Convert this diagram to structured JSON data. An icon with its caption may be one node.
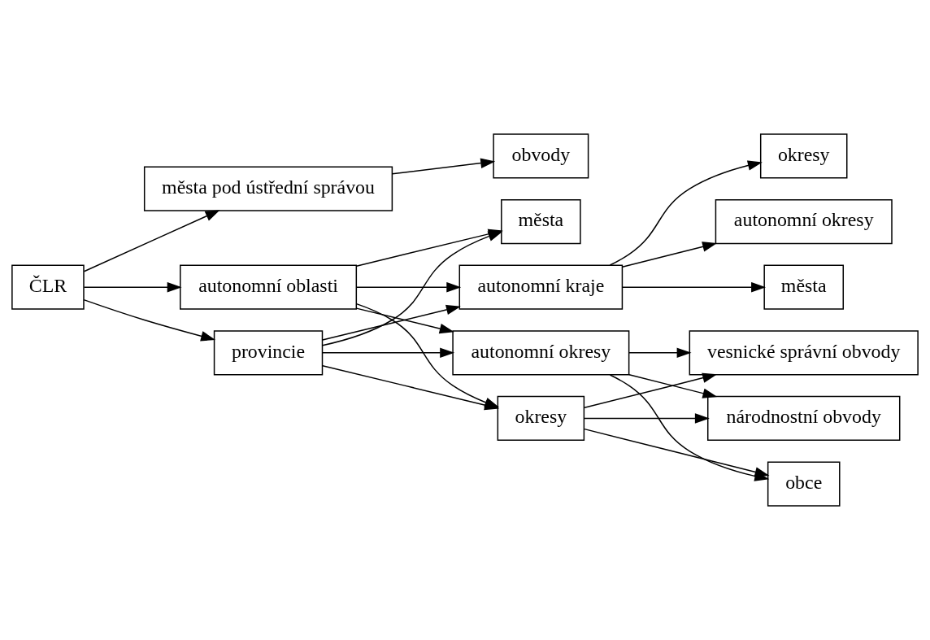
{
  "diagram": {
    "nodes": [
      {
        "text": [
          "ČLR"
        ]
      },
      {
        "text": [
          "města pod ústřední správou"
        ]
      },
      {
        "text": [
          "provincie"
        ]
      },
      {
        "text": [
          "autonomní oblasti"
        ]
      },
      {
        "text": [
          "obvody"
        ]
      },
      {
        "text": [
          "autonomní kraje"
        ]
      },
      {
        "text": [
          "okresy"
        ]
      },
      {
        "text": [
          "autonomní okresy"
        ]
      },
      {
        "text": [
          "města"
        ]
      },
      {
        "text": [
          "okresy"
        ]
      },
      {
        "text": [
          "autonomní okresy"
        ]
      },
      {
        "text": [
          "města"
        ]
      },
      {
        "text": [
          "vesnické správní obvody"
        ]
      },
      {
        "text": [
          "národnostní obvody"
        ]
      },
      {
        "text": [
          "obce"
        ]
      }
    ],
    "edges": [
      {
        "from": 0,
        "to": 1,
        "arrow": "to"
      },
      {
        "from": 0,
        "to": 2,
        "arrow": "to"
      },
      {
        "from": 0,
        "to": 3,
        "arrow": "to"
      },
      {
        "from": 1,
        "to": 4,
        "arrow": "to"
      },
      {
        "from": 2,
        "to": 5,
        "arrow": "to"
      },
      {
        "from": 3,
        "to": 5,
        "arrow": "to"
      },
      {
        "from": 2,
        "to": 9,
        "arrow": "to"
      },
      {
        "from": 3,
        "to": 9,
        "arrow": "to"
      },
      {
        "from": 2,
        "to": 10,
        "arrow": "to"
      },
      {
        "from": 3,
        "to": 10,
        "arrow": "to"
      },
      {
        "from": 2,
        "to": 11,
        "arrow": "to"
      },
      {
        "from": 3,
        "to": 11,
        "arrow": "to"
      },
      {
        "from": 5,
        "to": 6,
        "arrow": "to"
      },
      {
        "from": 5,
        "to": 7,
        "arrow": "to"
      },
      {
        "from": 5,
        "to": 8,
        "arrow": "to"
      },
      {
        "from": 9,
        "to": 12,
        "arrow": "to"
      },
      {
        "from": 9,
        "to": 13,
        "arrow": "to"
      },
      {
        "from": 9,
        "to": 14,
        "arrow": "to"
      },
      {
        "from": 10,
        "to": 12,
        "arrow": "to"
      },
      {
        "from": 10,
        "to": 13,
        "arrow": "to"
      },
      {
        "from": 10,
        "to": 14,
        "arrow": "to"
      }
    ]
  }
}
